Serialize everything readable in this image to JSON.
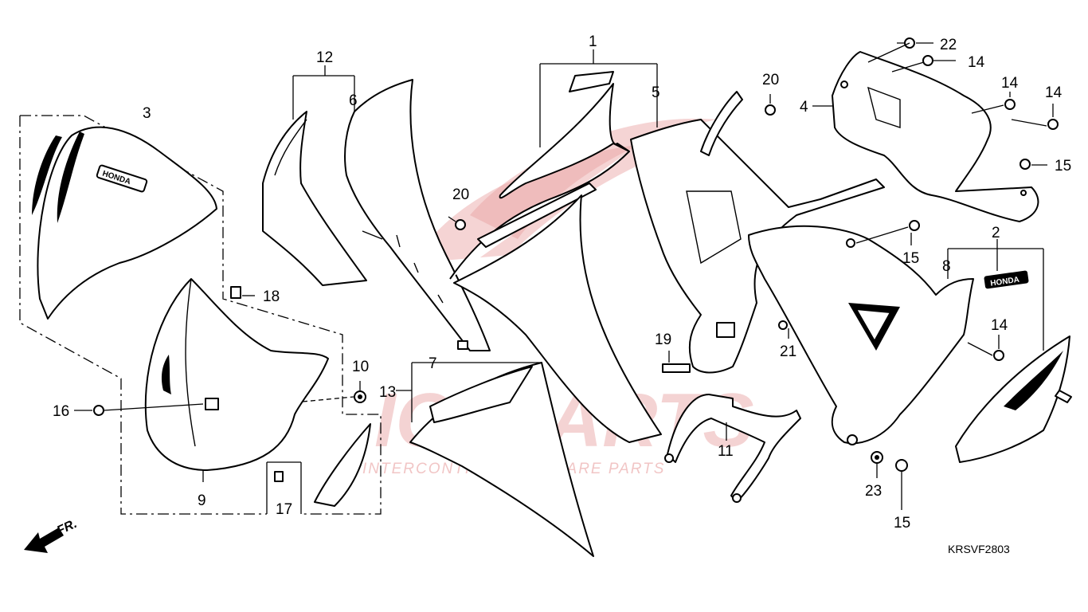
{
  "diagram": {
    "code": "KRSVF2803",
    "front_arrow_label": "FR.",
    "watermark": {
      "brand": "ICSPARTS",
      "tagline": "INTERCONTINENTAL SPARE PARTS"
    },
    "emblem_text": "HONDA",
    "callouts": {
      "c1": "1",
      "c2": "2",
      "c3": "3",
      "c4": "4",
      "c5": "5",
      "c6": "6",
      "c7": "7",
      "c8": "8",
      "c9": "9",
      "c10": "10",
      "c11": "11",
      "c12": "12",
      "c13": "13",
      "c14a": "14",
      "c14b": "14",
      "c14c": "14",
      "c14d": "14",
      "c15a": "15",
      "c15b": "15",
      "c15c": "15",
      "c16": "16",
      "c17": "17",
      "c18": "18",
      "c19": "19",
      "c20a": "20",
      "c20b": "20",
      "c21": "21",
      "c22": "22",
      "c23": "23"
    }
  }
}
